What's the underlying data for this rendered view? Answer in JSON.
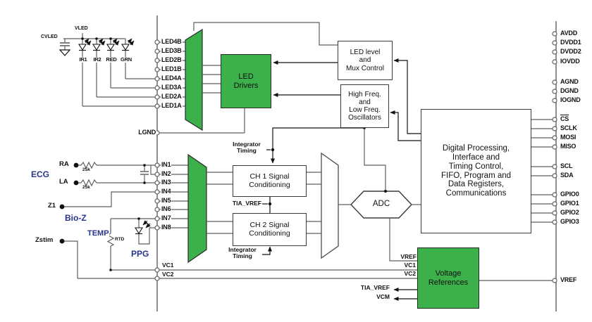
{
  "colors": {
    "accent_green": "#3cb04a",
    "label_blue": "#27348b",
    "wire_gray": "#5f5f5f",
    "ink": "#111111"
  },
  "blocks": {
    "led_drivers": "LED\nDrivers",
    "led_level": "LED level\nand\nMux Control",
    "oscillators": "High Freq.\nand\nLow Freq.\nOscillators",
    "ch1": "CH 1 Signal\nConditioning",
    "ch2": "CH 2 Signal\nConditioning",
    "adc": "ADC",
    "digital": "Digital Processing,\nInterface and\nTiming Control,\nFIFO, Program and\nData Registers,\nCommunications",
    "voltage_ref": "Voltage\nReferences"
  },
  "pins": {
    "left_led": [
      "LED4B",
      "LED3B",
      "LED2B",
      "LED1B",
      "LED4A",
      "LED3A",
      "LED2A",
      "LED1A"
    ],
    "lgnd": "LGND",
    "left_in": [
      "IN1",
      "IN2",
      "IN3",
      "IN4",
      "IN5",
      "IN6",
      "IN7",
      "IN8"
    ],
    "vc1": "VC1",
    "vc2": "VC2",
    "right": {
      "power": [
        "AVDD",
        "DVDD1",
        "DVDD2",
        "IOVDD"
      ],
      "ground": [
        "AGND",
        "DGND",
        "IOGND"
      ],
      "spi": [
        "CS",
        "SCLK",
        "MOSI",
        "MISO"
      ],
      "i2c": [
        "SCL",
        "SDA"
      ],
      "gpio": [
        "GPIO0",
        "GPIO1",
        "GPIO2",
        "GPIO3"
      ],
      "vref": "VREF"
    }
  },
  "nets": {
    "integrator_timing": "Integrator\nTiming",
    "tia_vref": "TIA_VREF",
    "vcm": "VCM",
    "vref": "VREF",
    "vc1": "VC1",
    "vc2": "VC2"
  },
  "external": {
    "supply": "VLED",
    "cap": "CVLED",
    "leds": [
      "IR1",
      "IR2",
      "RED",
      "GRN"
    ],
    "groups": {
      "ecg": "ECG",
      "bioz": "Bio-Z",
      "temp": "TEMP",
      "ppg": "PPG"
    },
    "electrodes": {
      "ra": "RA",
      "la": "LA",
      "z1": "Z1",
      "zstim": "Zstim"
    },
    "resistors": {
      "ra": "25k",
      "la": "25k",
      "rtd": "RTD"
    }
  }
}
